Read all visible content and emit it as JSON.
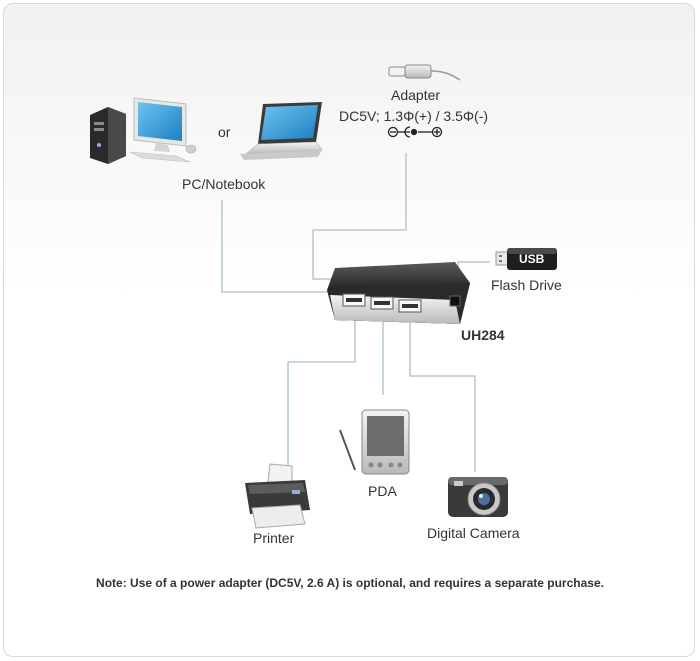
{
  "labels": {
    "or": "or",
    "pc_notebook": "PC/Notebook",
    "adapter": "Adapter",
    "adapter_spec": "DC5V; 1.3Φ(+) / 3.5Φ(-)",
    "usb_tag": "USB",
    "flash_drive": "Flash Drive",
    "model": "UH284",
    "pda": "PDA",
    "printer": "Printer",
    "digital_camera": "Digital Camera"
  },
  "note": "Note: Use of a power adapter (DC5V, 2.6 A) is optional, and requires a separate purchase.",
  "colors": {
    "connector_line": "#a9bfcc",
    "hub_body": "#2a2a2a",
    "text": "#333333"
  },
  "icons": [
    "pc-tower-icon",
    "monitor-icon",
    "notebook-icon",
    "adapter-plug-icon",
    "polarity-icon",
    "usb-flash-drive-icon",
    "usb-hub-icon",
    "pda-icon",
    "printer-icon",
    "camera-icon"
  ]
}
